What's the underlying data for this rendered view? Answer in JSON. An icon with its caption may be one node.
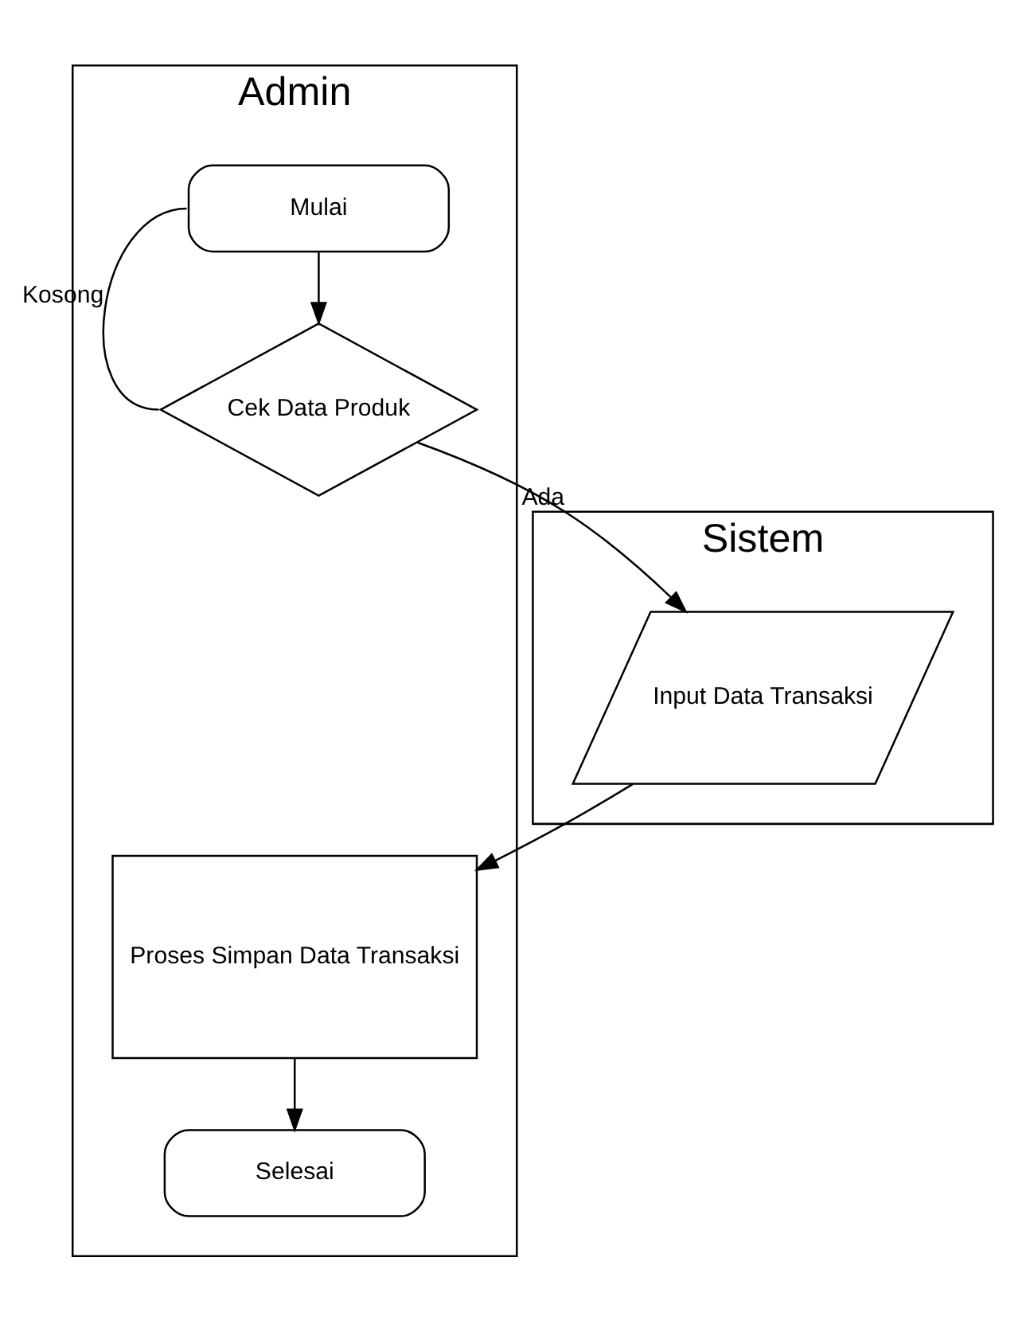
{
  "diagram": {
    "nodes": [
      {
        "text": [
          "Admin"
        ]
      },
      {
        "text": [
          "Sistem"
        ]
      },
      {
        "text": [
          "Mulai"
        ],
        "in": 0
      },
      {
        "text": [
          "Cek Data Produk"
        ],
        "in": 0
      },
      {
        "text": [
          "Input Data Transaksi"
        ],
        "in": 1
      },
      {
        "text": [
          "Proses Simpan Data Transaksi"
        ],
        "in": 0
      },
      {
        "text": [
          "Selesai"
        ],
        "in": 0
      }
    ],
    "edges": [
      {
        "from": 2,
        "to": 3,
        "arrow": "to"
      },
      {
        "from": 3,
        "to": 2,
        "arrow": "none",
        "label": "Kosong"
      },
      {
        "from": 3,
        "to": 4,
        "arrow": "to",
        "label": "Ada"
      },
      {
        "from": 4,
        "to": 5,
        "arrow": "to"
      },
      {
        "from": 5,
        "to": 6,
        "arrow": "to"
      }
    ]
  }
}
